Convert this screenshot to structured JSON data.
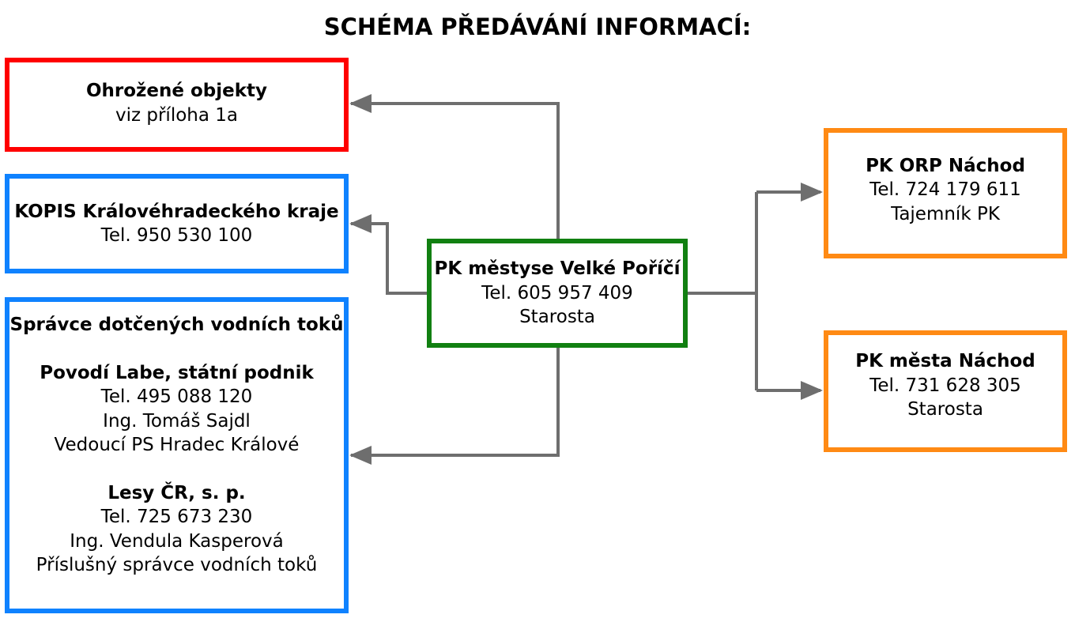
{
  "title": "SCHÉMA PŘEDÁVÁNÍ INFORMACÍ:",
  "colors": {
    "threatened_border": "#ff0000",
    "info_border": "#0f82ff",
    "center_border": "#118011",
    "outbound_border": "#ff8a14",
    "connector": "#6e6e6e"
  },
  "center": {
    "name": "PK městyse Velké Poříčí",
    "phone": "Tel. 605 957 409",
    "role": "Starosta"
  },
  "threatened": {
    "name": "Ohrožené objekty",
    "note": "viz příloha 1a"
  },
  "kopis": {
    "name": "KOPIS Královéhradeckého kraje",
    "phone": "Tel. 950 530 100"
  },
  "water": {
    "heading": "Správce dotčených vodních toků",
    "org1": {
      "name": "Povodí Labe, státní podnik",
      "phone": "Tel. 495 088 120",
      "person": "Ing. Tomáš Sajdl",
      "role": "Vedoucí PS Hradec Králové"
    },
    "org2": {
      "name": "Lesy ČR, s. p.",
      "phone": "Tel. 725 673 230",
      "person": "Ing. Vendula Kasperová",
      "role": "Příslušný správce vodních toků"
    }
  },
  "orp": {
    "name": "PK ORP Náchod",
    "phone": "Tel. 724 179 611",
    "role": "Tajemník PK"
  },
  "town": {
    "name": "PK města Náchod",
    "phone": "Tel. 731 628 305",
    "role": "Starosta"
  }
}
